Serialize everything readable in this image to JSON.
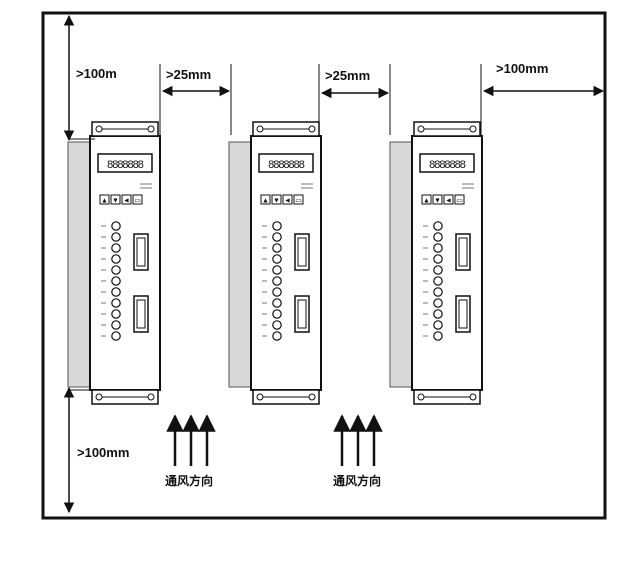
{
  "labels": {
    "top_clearance": ">100m",
    "gap_left": ">25mm",
    "gap_middle": ">25mm",
    "right_clearance": ">100mm",
    "bottom_clearance": ">100mm",
    "airflow_left": "通风方向",
    "airflow_right": "通风方向"
  },
  "drive": {
    "display_digits": "8888888",
    "key_glyphs": [
      "▲",
      "▼",
      "◄",
      "▭"
    ]
  },
  "colors": {
    "line": "#111111",
    "side_panel": "#d9d9d9",
    "background": "#ffffff"
  }
}
